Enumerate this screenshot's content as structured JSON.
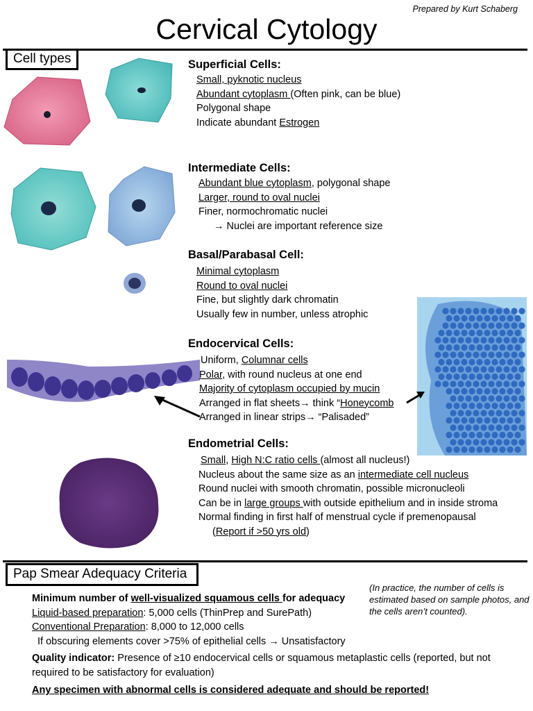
{
  "credit": "Prepared by Kurt Schaberg",
  "title": "Cervical Cytology",
  "cell_types_label": "Cell types",
  "sections": {
    "superficial": {
      "title": "Superficial Cells:",
      "lines": [
        {
          "u": "Small, pyknotic nucleus",
          "t": ""
        },
        {
          "u": "Abundant cytoplasm ",
          "t": "(Often pink, can be blue)"
        },
        {
          "u": "",
          "t": "Polygonal shape"
        },
        {
          "p": "Indicate abundant ",
          "u": "Estrogen"
        }
      ]
    },
    "intermediate": {
      "title": "Intermediate Cells:",
      "lines": [
        {
          "u": "Abundant blue cytoplasm",
          "t": ", polygonal shape"
        },
        {
          "u": "Larger, round to oval nuclei",
          "t": ""
        },
        {
          "u": "",
          "t": "Finer, normochromatic nuclei"
        },
        {
          "u": "",
          "t": "→ Nuclei are important reference size"
        }
      ]
    },
    "basal": {
      "title": "Basal/Parabasal Cell:",
      "lines": [
        {
          "u": "Minimal cytoplasm",
          "t": ""
        },
        {
          "u": "Round to oval nuclei",
          "t": ""
        },
        {
          "u": "",
          "t": "Fine, but slightly dark chromatin"
        },
        {
          "u": "",
          "t": "Usually few in number, unless atrophic"
        }
      ]
    },
    "endocervical": {
      "title": "Endocervical Cells:",
      "lines": [
        {
          "p": "Uniform, ",
          "u": "Columnar cells"
        },
        {
          "u": "Polar",
          "t": ", with round nucleus at one end"
        },
        {
          "u": "Majority of cytoplasm occupied by mucin",
          "t": ""
        },
        {
          "p": "Arranged in flat sheets→ think “",
          "u": "Honeycomb"
        },
        {
          "u": "",
          "t": "Arranged in linear strips→ “Palisaded”"
        }
      ]
    },
    "endometrial": {
      "title": "Endometrial Cells:",
      "lines": [
        {
          "p": "",
          "u": "Small",
          "m": ", ",
          "u2": "High N:C ratio cells ",
          "t": "(almost all nucleus!)"
        },
        {
          "p": "Nucleus about the same size as an ",
          "u": "intermediate cell nucleus"
        },
        {
          "u": "",
          "t": "Round nuclei with smooth chromatin, possible micronucleoli"
        },
        {
          "p": "Can be in ",
          "u": "large groups ",
          "t": "with outside epithelium and in inside stroma"
        },
        {
          "u": "",
          "t": "Normal finding in first half of menstrual cycle if premenopausal"
        },
        {
          "p": "(",
          "u": "Report if >50 yrs old",
          "t": ")"
        }
      ]
    }
  },
  "pap": {
    "label": "Pap Smear Adequacy Criteria",
    "note": "(In practice, the number of cells is estimated based on sample photos, and the cells aren’t counted).",
    "min_prefix": "Minimum number of ",
    "min_u": "well-visualized squamous cells ",
    "min_suffix": "for adequacy",
    "lbp_u": "Liquid-based preparation",
    "lbp_t": ": 5,000 cells (ThinPrep and SurePath)",
    "conv_u": "Conventional Preparation",
    "conv_t": ": 8,000 to 12,000 cells",
    "obscure": "If obscuring elements cover >75% of epithelial cells → Unsatisfactory",
    "qi_label": "Quality indicator:",
    "qi_text": " Presence of ≥10 endocervical cells or squamous metaplastic cells (reported, but not",
    "qi_text2": "required to be satisfactory for evaluation)",
    "abnormal": "Any specimen with abnormal cells is considered adequate and should be reported!"
  },
  "colors": {
    "pink_cell": "#e07a9a",
    "blue_cell": "#6fcfcc",
    "nucleus": "#1c2a4a",
    "endocervical": "#4a3f98",
    "endometrial": "#5a2d73",
    "honeycomb_bg": "#a9d4ef",
    "honeycomb": "#2f6ac0"
  }
}
